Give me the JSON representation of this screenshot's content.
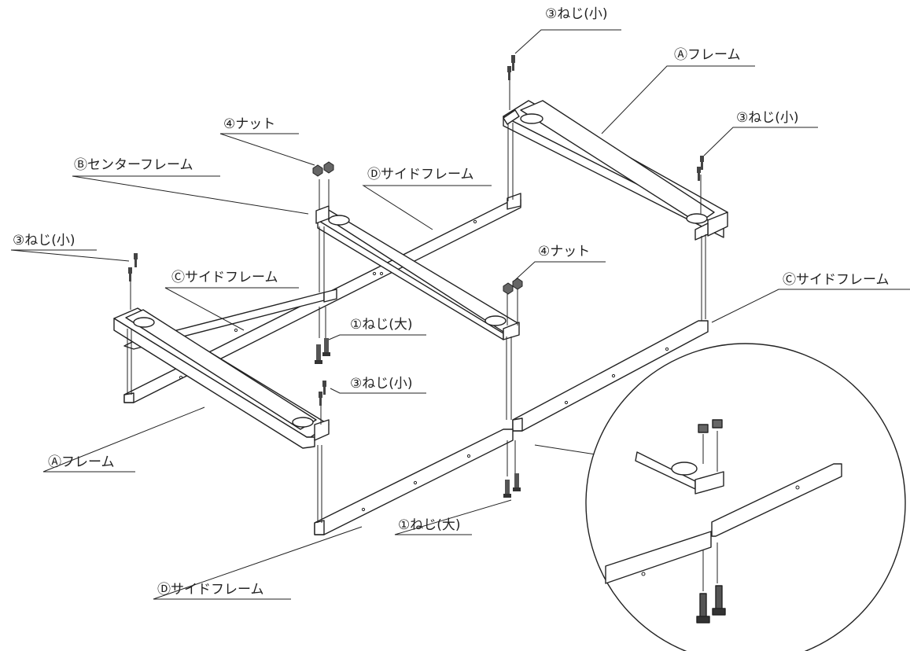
{
  "labels": {
    "screw_small_top": "③ねじ(小)",
    "frame_a_top": "Ⓐフレーム",
    "screw_small_right": "③ねじ(小)",
    "nut_left": "④ナット",
    "center_frame": "Ⓑセンターフレーム",
    "side_frame_d_top": "Ⓓサイドフレーム",
    "screw_small_left": "③ねじ(小)",
    "nut_center": "④ナット",
    "side_frame_c_left": "Ⓒサイドフレーム",
    "side_frame_c_right": "Ⓒサイドフレーム",
    "screw_large_mid": "①ねじ(大)",
    "screw_small_mid": "③ねじ(小)",
    "frame_a_bottom": "Ⓐフレーム",
    "screw_large_bottom": "①ねじ(大)",
    "side_frame_d_bottom": "Ⓓサイドフレーム"
  },
  "colors": {
    "line": "#222222",
    "background": "#ffffff"
  }
}
